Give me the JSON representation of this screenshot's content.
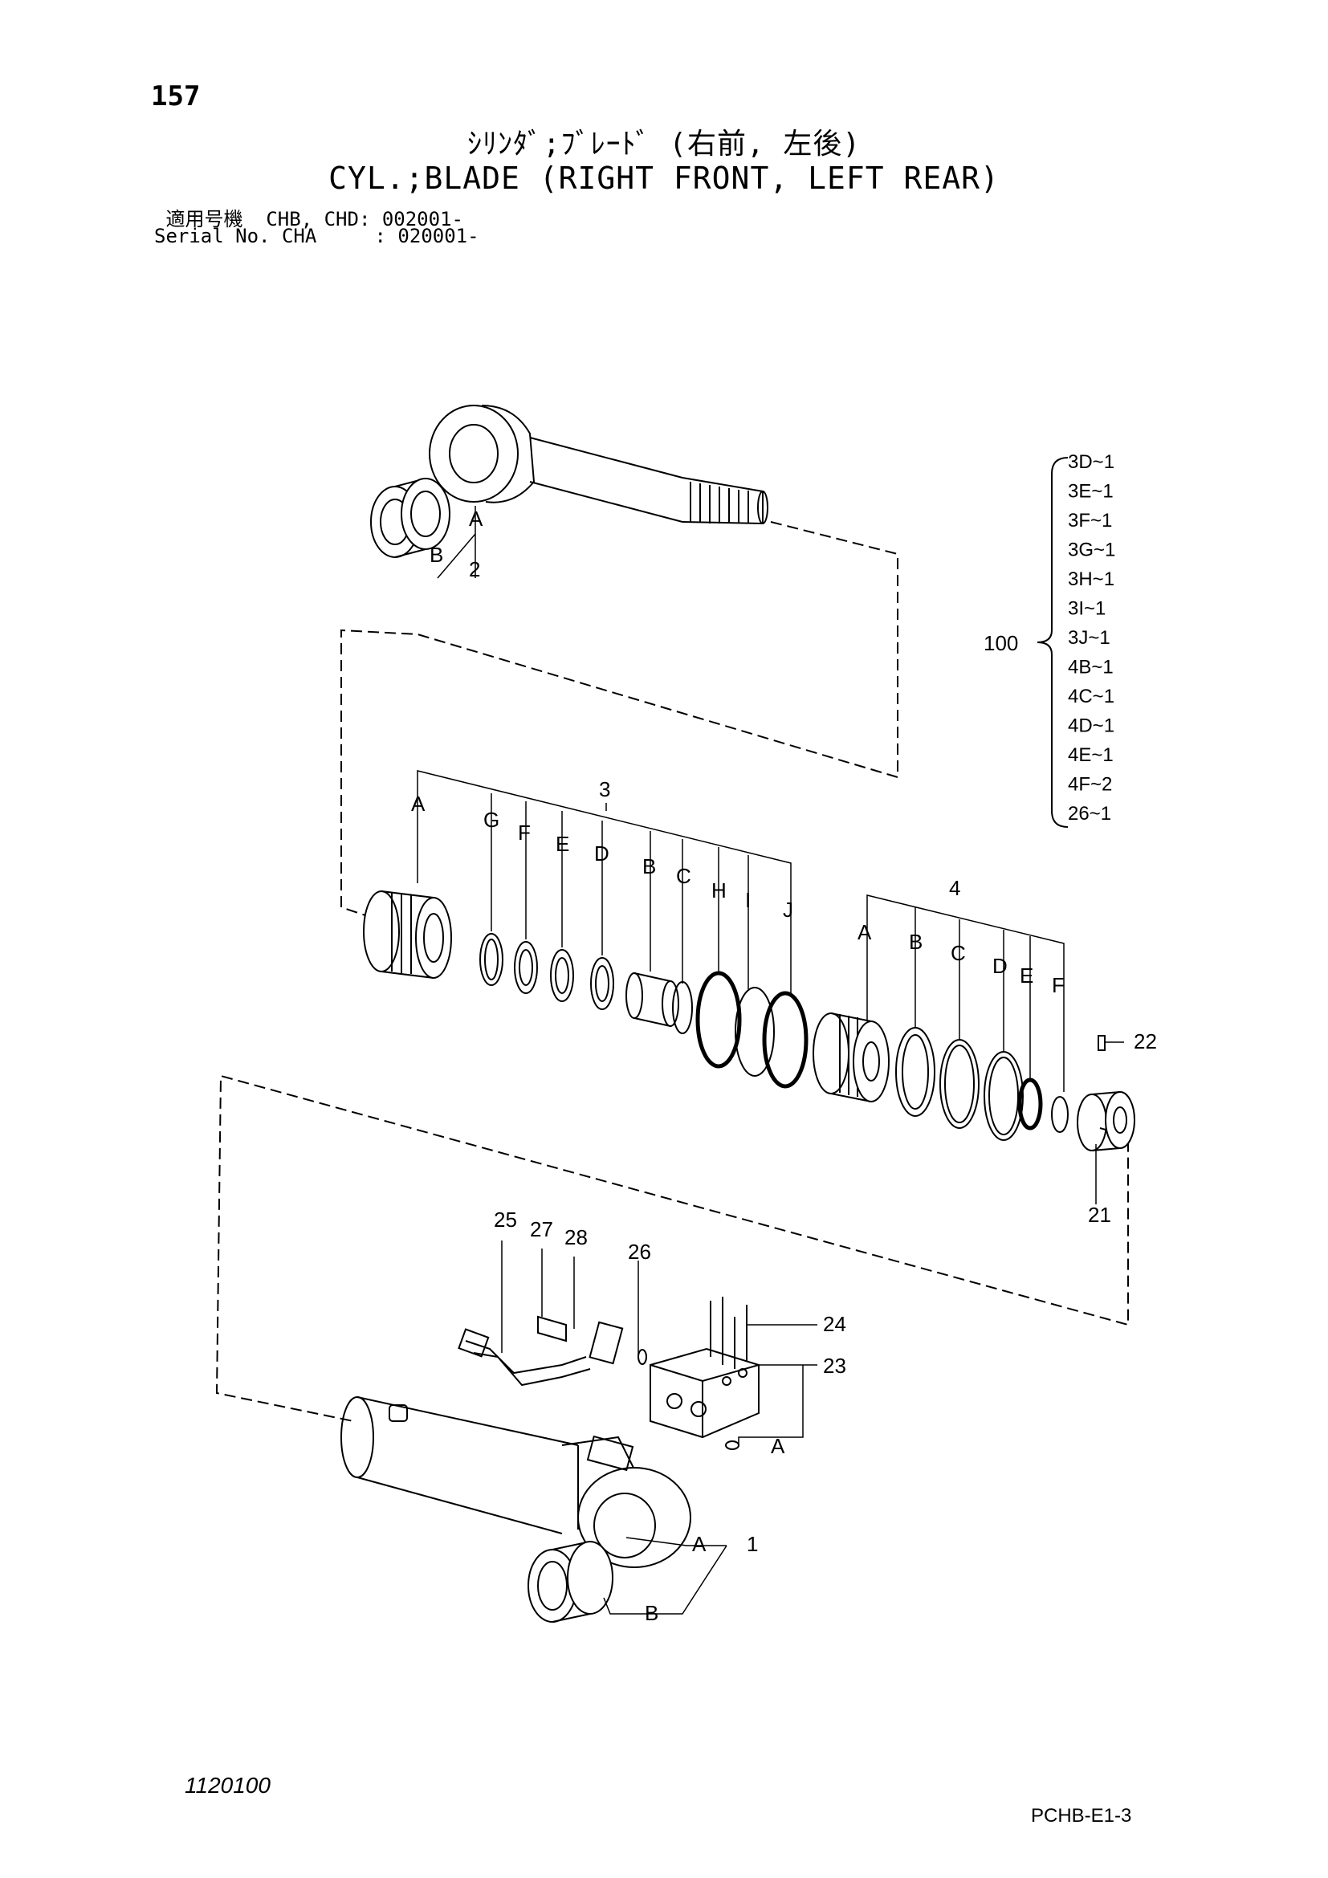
{
  "page_number": "157",
  "title_jp": "ｼﾘﾝﾀﾞ;ﾌﾞﾚｰﾄﾞ (右前, 左後)",
  "title_en": "CYL.;BLADE (RIGHT FRONT, LEFT REAR)",
  "serial": {
    "line1": " 適用号機  CHB, CHD: 002001-",
    "line2": "Serial No. CHA     : 020001-"
  },
  "callouts": {
    "rod": {
      "part": "2",
      "a": "A",
      "b": "B"
    },
    "gland": {
      "part": "3",
      "letters": [
        "A",
        "G",
        "F",
        "E",
        "D",
        "B",
        "C",
        "H",
        "I",
        "J"
      ]
    },
    "piston": {
      "part": "4",
      "letters": [
        "A",
        "B",
        "C",
        "D",
        "E",
        "F"
      ]
    },
    "tube": {
      "part": "1",
      "a": "A",
      "b": "B"
    },
    "nut": "21",
    "setscrew": "22",
    "valve": "23",
    "valve_a": "A",
    "bolts": "24",
    "pipe": "25",
    "oring": "26",
    "clamp_bolt": "27",
    "clamp": "28"
  },
  "kit": {
    "number": "100",
    "items": [
      "3D~1",
      "3E~1",
      "3F~1",
      "3G~1",
      "3H~1",
      "3I~1",
      "3J~1",
      "4B~1",
      "4C~1",
      "4D~1",
      "4E~1",
      "4F~2",
      "26~1"
    ]
  },
  "drawing_number": "1120100",
  "page_code": "PCHB-E1-3"
}
